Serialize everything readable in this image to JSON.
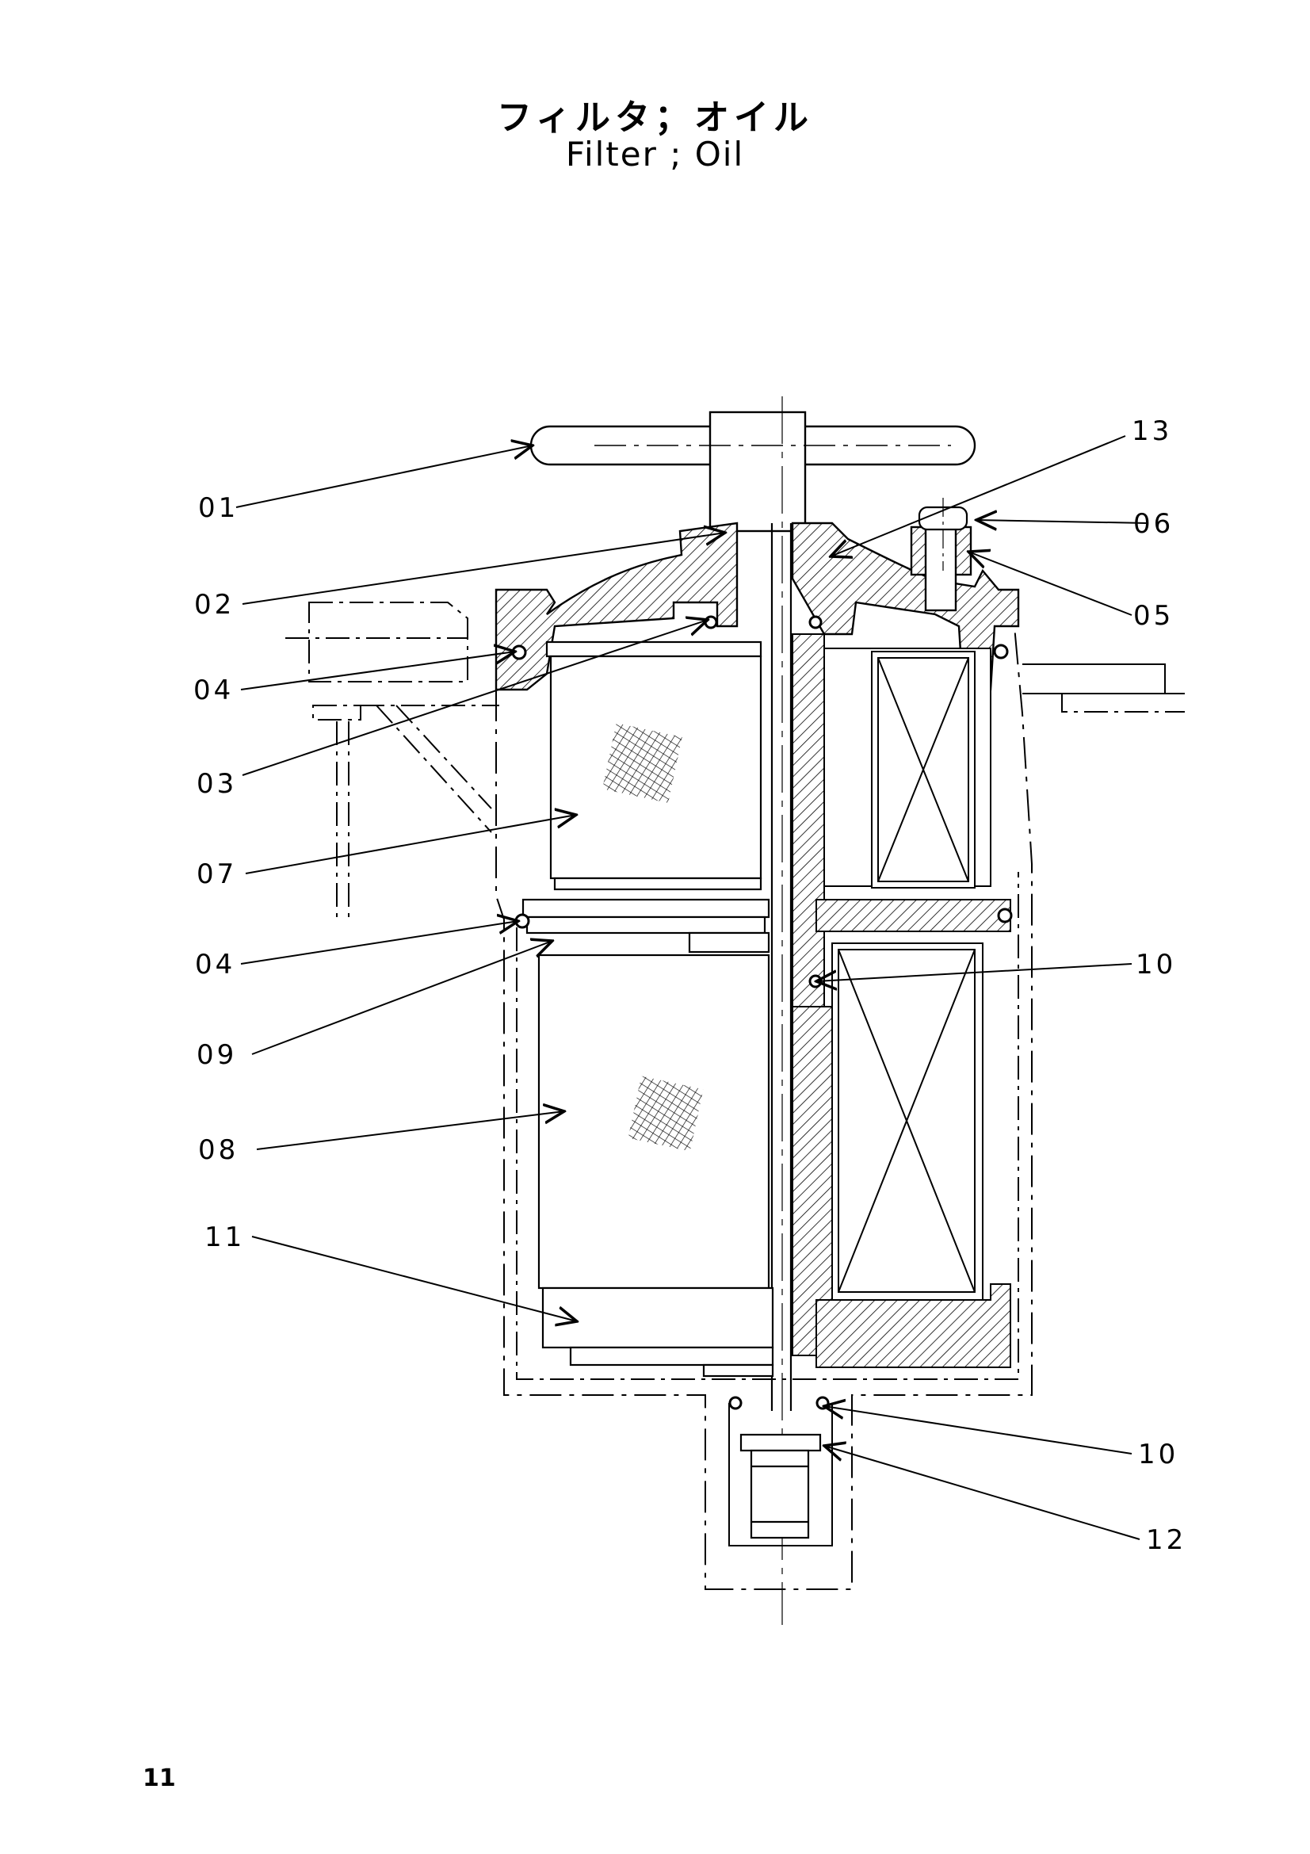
{
  "title": {
    "japanese": "フィルタ；オイル",
    "english": "Filter ; Oil"
  },
  "page_number": "11",
  "callouts": {
    "c01": "01",
    "c02": "02",
    "c03": "03",
    "c04a": "04",
    "c04b": "04",
    "c05": "05",
    "c06": "06",
    "c07": "07",
    "c08": "08",
    "c09": "09",
    "c10a": "10",
    "c10b": "10",
    "c11": "11",
    "c12": "12",
    "c13": "13"
  }
}
